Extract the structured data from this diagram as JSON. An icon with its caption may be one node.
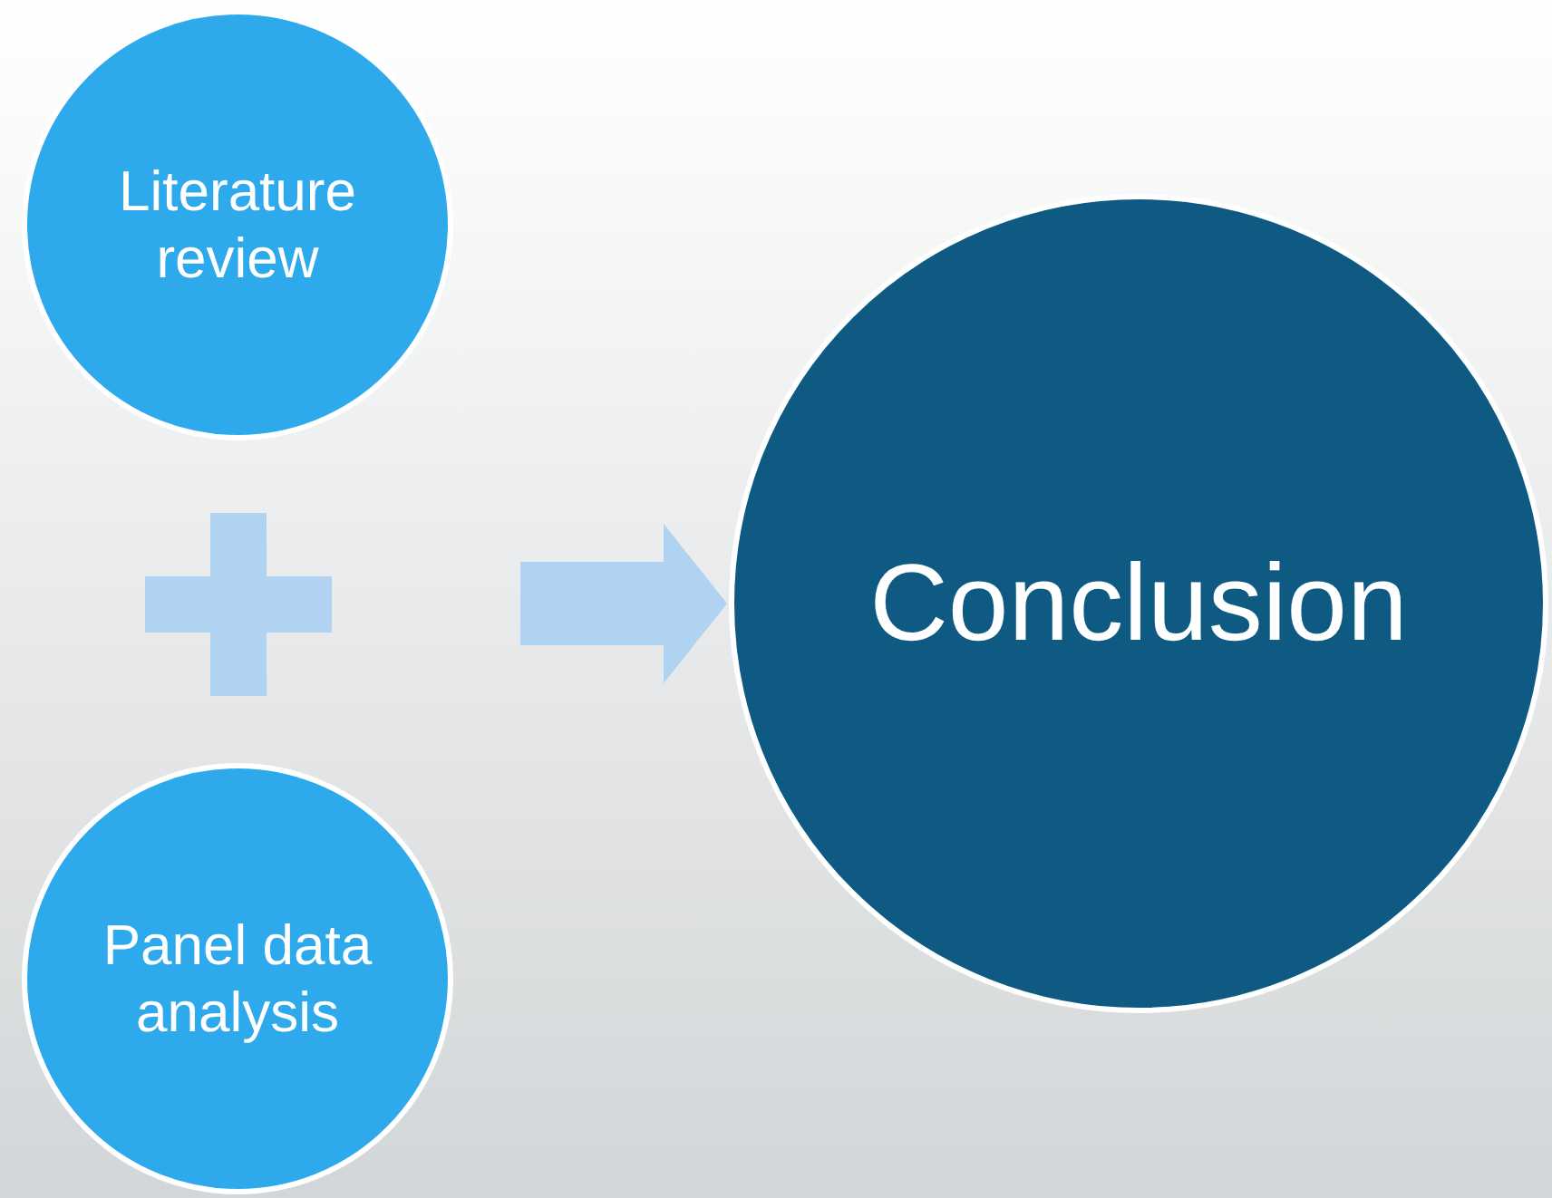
{
  "diagram": {
    "nodes": [
      {
        "text": [
          "Literature review"
        ]
      },
      {
        "text": [
          "Panel data analysis"
        ]
      },
      {
        "text": [
          "Conclusion"
        ]
      }
    ],
    "edges": [
      {
        "from": null,
        "to": 2,
        "arrow": "to"
      }
    ]
  }
}
